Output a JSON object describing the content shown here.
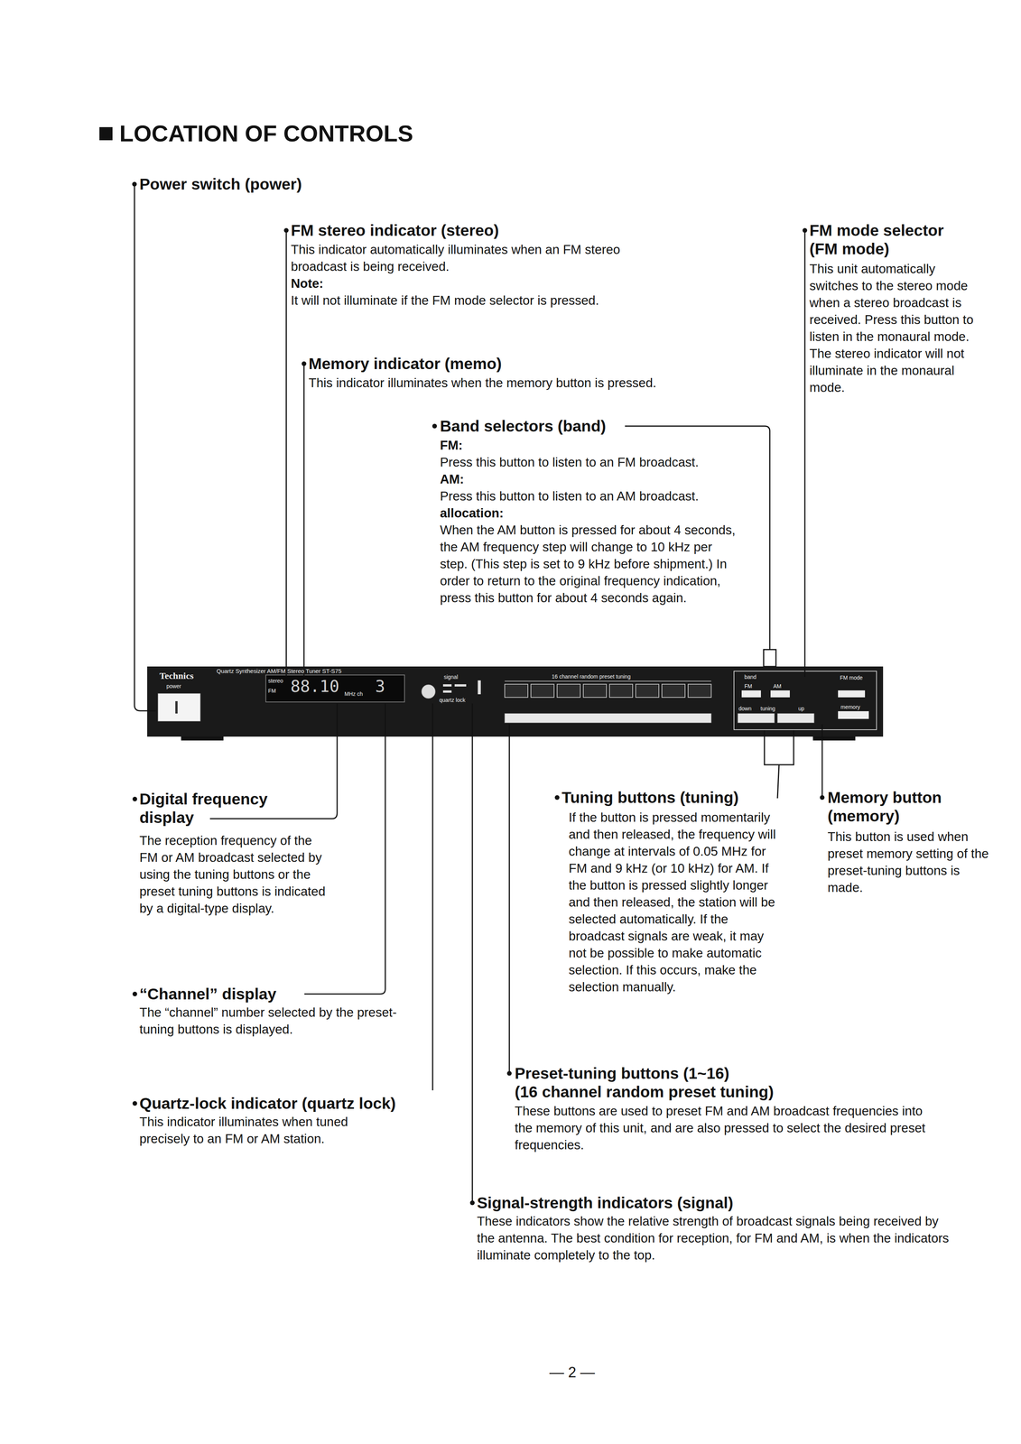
{
  "diagram": {
    "title": "LOCATION OF CONTROLS",
    "labels": [
      "Power switch (power)",
      "FM stereo indicator (stereo)",
      "This indicator automatically illuminates when an FM stereo broadcast is being received.",
      "Note:",
      "It will not illuminate if the FM mode selector is pressed.",
      "Memory indicator (memo)",
      "This indicator illuminates when the memory button is pressed.",
      "Band selectors (band)",
      "FM:",
      "Press this button to listen to an FM broadcast.",
      "AM:",
      "Press this button to listen to an AM broadcast.",
      "allocation:",
      "When the AM button is pressed for about 4 seconds, the AM frequency step will change to 10 kHz per step. (This step is set to 9 kHz before shipment.) In order to return to the original frequency indication, press this button for about 4 seconds again.",
      "FM mode selector (FM mode)",
      "This unit automatically switches to the stereo mode when a stereo broadcast is received. Press this button to listen in the monaural mode. The stereo indicator will not illuminate in the monaural mode.",
      "Digital frequency display",
      "The reception frequency of the FM or AM broadcast selected by using the tuning buttons or the preset tuning buttons is indicated by a digital-type display.",
      "“Channel” display",
      "The “channel” number selected by the preset-tuning buttons is displayed.",
      "Quartz-lock indicator (quartz lock)",
      "This indicator illuminates when tuned precisely to an FM or AM station.",
      "Tuning buttons (tuning)",
      "If the button is pressed momentarily and then released, the frequency will change at intervals of 0.05 MHz for FM and 9 kHz (or 10 kHz) for AM. If the button is pressed slightly longer and then released, the station will be selected automatically. If the broadcast signals are weak, it may not be possible to make automatic selection. If this occurs, make the selection manually.",
      "Memory button (memory)",
      "This button is used when preset memory setting of the preset-tuning buttons is made.",
      "Preset-tuning buttons (1~16)",
      "(16 channel random preset tuning)",
      "These buttons are used to preset FM and AM broadcast frequencies into the memory of this unit, and are also pressed to select the desired preset frequencies.",
      "Signal-strength indicators (signal)",
      "These indicators show the relative strength of broadcast signals being received by the antenna. The best condition for reception, for FM and AM, is when the indicators illuminate completely to the top.",
      "— 2 —",
      "Technics",
      "power",
      "Quartz Synthesizer AM/FM Stereo Tuner ST-S75",
      "stereo",
      "FM",
      "88.10",
      "MHz ch",
      "3",
      "signal",
      "quartz lock",
      "16 channel random preset tuning",
      "band",
      "FM",
      "AM",
      "FM mode",
      "down",
      "tuning",
      "up",
      "memory"
    ]
  }
}
